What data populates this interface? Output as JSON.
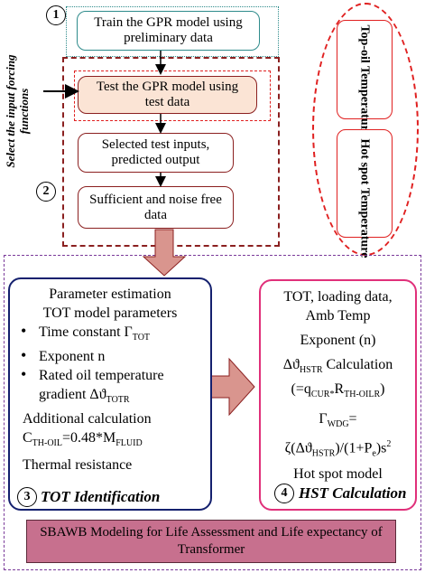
{
  "steps": {
    "step1_number": "1",
    "train_box": "Train the GPR model using preliminary data",
    "test_box": "Test the GPR model using test data",
    "selected_box": "Selected test inputs, predicted output",
    "step2_number": "2",
    "sufficient_box": "Sufficient and noise free data",
    "side_label": "Select the input forcing functions"
  },
  "outputs": {
    "top_oil": "Top-oil Temperature",
    "hot_spot": "Hot spot Temperature"
  },
  "tot_panel": {
    "line1": "Parameter estimation",
    "line2": "TOT model parameters",
    "bullets": {
      "b1": "Time constant Γ",
      "b1_sub": "TOT",
      "b2": "Exponent n",
      "b3a": "Rated oil temperature",
      "b3b": "gradient Δϑ",
      "b3b_sub": "TOTR"
    },
    "add_calc": "Additional calculation",
    "formula_c": "C",
    "formula_c_sub": "TH-OIL",
    "formula_mid": "=0.48*M",
    "formula_m_sub": "FLUID",
    "thermal": "Thermal resistance",
    "step_number": "3",
    "title": "TOT Identification"
  },
  "hst_panel": {
    "line1": "TOT, loading data,",
    "line2": "Amb Temp",
    "line3": "Exponent (n)",
    "calc_pre": "Δϑ",
    "calc_sub": "HSTR",
    "calc_post": " Calculation",
    "q_pre": "(=q",
    "q_sub": "CUR*",
    "q_mid": "R",
    "q_sub2": "TH-OILR",
    "q_post": ")",
    "gamma": "Γ",
    "gamma_sub": "WDG",
    "gamma_eq": "=",
    "zeta_pre": "ζ(Δϑ",
    "zeta_sub": "HSTR",
    "zeta_mid": ")/(1+P",
    "zeta_sub2": "e",
    "zeta_post": ")s",
    "zeta_sup": "2",
    "model": "Hot spot model",
    "step_number": "4",
    "title": "HST Calculation"
  },
  "footer": {
    "text": "SBAWB Modeling for Life Assessment and Life expectancy of Transformer"
  },
  "colors": {
    "teal": "#2e8b8b",
    "maroon": "#8b2020",
    "red_dashed": "#e02020",
    "navy": "#14206e",
    "magenta": "#e0307a",
    "mauve": "#c7708e",
    "arrow_fill": "#d9958e",
    "purple_dashed": "#7a3a9a"
  }
}
